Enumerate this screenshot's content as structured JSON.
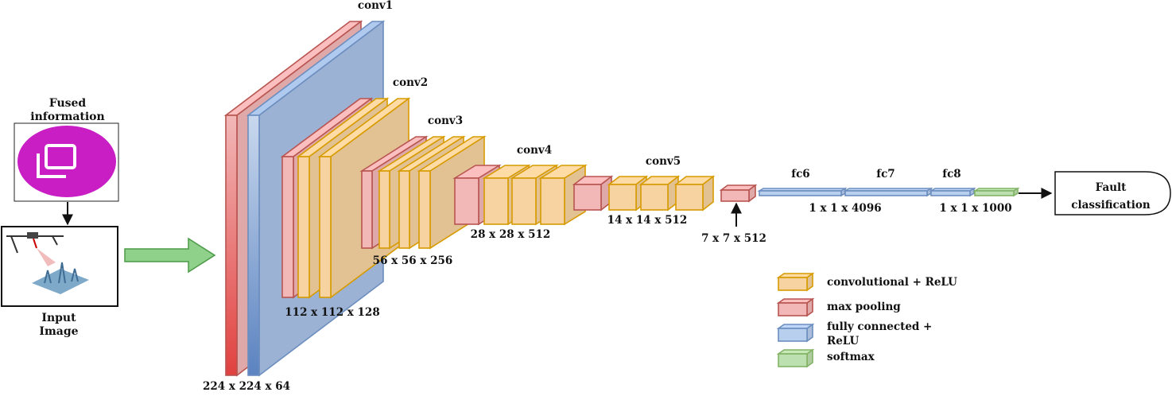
{
  "input": {
    "fused_title_line1": "Fused",
    "fused_title_line2": "information",
    "image_title_line1": "Input",
    "image_title_line2": "Image"
  },
  "layers": {
    "conv1": "conv1",
    "conv2": "conv2",
    "conv3": "conv3",
    "conv4": "conv4",
    "conv5": "conv5",
    "fc6": "fc6",
    "fc7": "fc7",
    "fc8": "fc8"
  },
  "dims": {
    "d1": "224 x 224 x 64",
    "d2": "112 x 112 x 128",
    "d3": "56 x 56 x 256",
    "d4": "28 x 28 x 512",
    "d5": "14 x 14 x 512",
    "d6": "7 x 7 x 512",
    "d7": "1 x 1 x 4096",
    "d8": "1 x 1 x 1000"
  },
  "output": {
    "line1": "Fault",
    "line2": "classification"
  },
  "legend": {
    "conv": "convolutional + ReLU",
    "pool": "max pooling",
    "fc_line1": "fully connected +",
    "fc_line2": "ReLU",
    "softmax": "softmax"
  },
  "colors": {
    "conv_fill": "#f6d3a0",
    "conv_stroke": "#d79b00",
    "pool_fill": "#f2b8b8",
    "pool_stroke": "#b85450",
    "fc_fill": "#b9cfee",
    "fc_stroke": "#6c8ebf",
    "softmax_fill": "#bde0b0",
    "softmax_stroke": "#82b366",
    "arrow_green": "#8fd08a",
    "arrow_green_stroke": "#4d9a48",
    "app_icon_purple": "#c81ec4"
  }
}
